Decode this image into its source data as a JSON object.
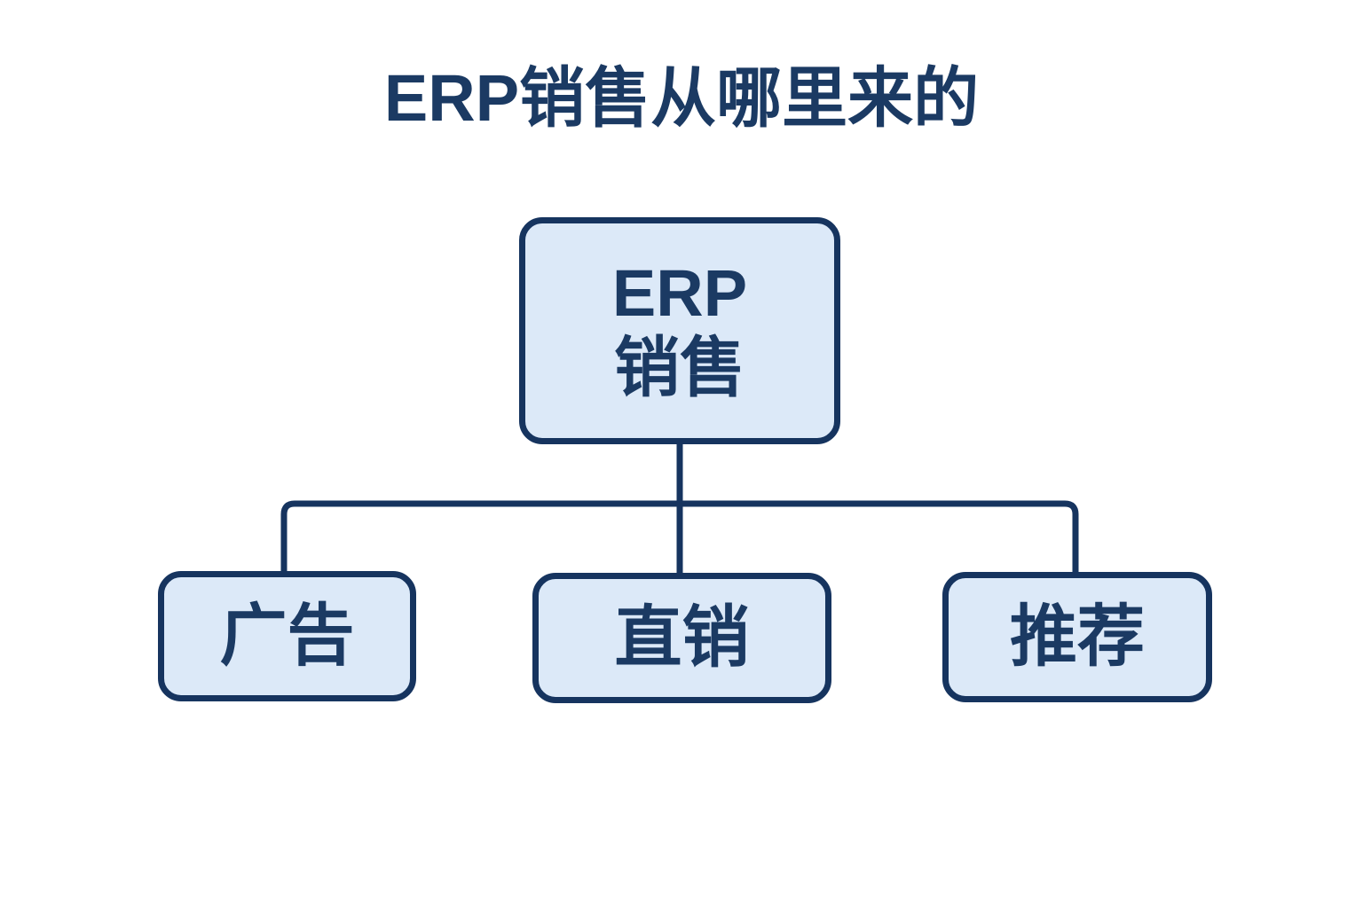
{
  "document": {
    "title": "ERP销售从哪里来的",
    "background_color": "#ffffff"
  },
  "theme": {
    "node_fill": "#dce9f8",
    "node_border": "#16345f",
    "text_color": "#1b3a63",
    "connector_color": "#16345f"
  },
  "diagram": {
    "type": "org-chart",
    "orientation": "top-down",
    "root": {
      "id": "erp-sales",
      "line_1": "ERP",
      "line_2": "销售"
    },
    "children": [
      {
        "id": "advertising",
        "label": "广告"
      },
      {
        "id": "direct-sales",
        "label": "直销"
      },
      {
        "id": "referral",
        "label": "推荐"
      }
    ]
  }
}
